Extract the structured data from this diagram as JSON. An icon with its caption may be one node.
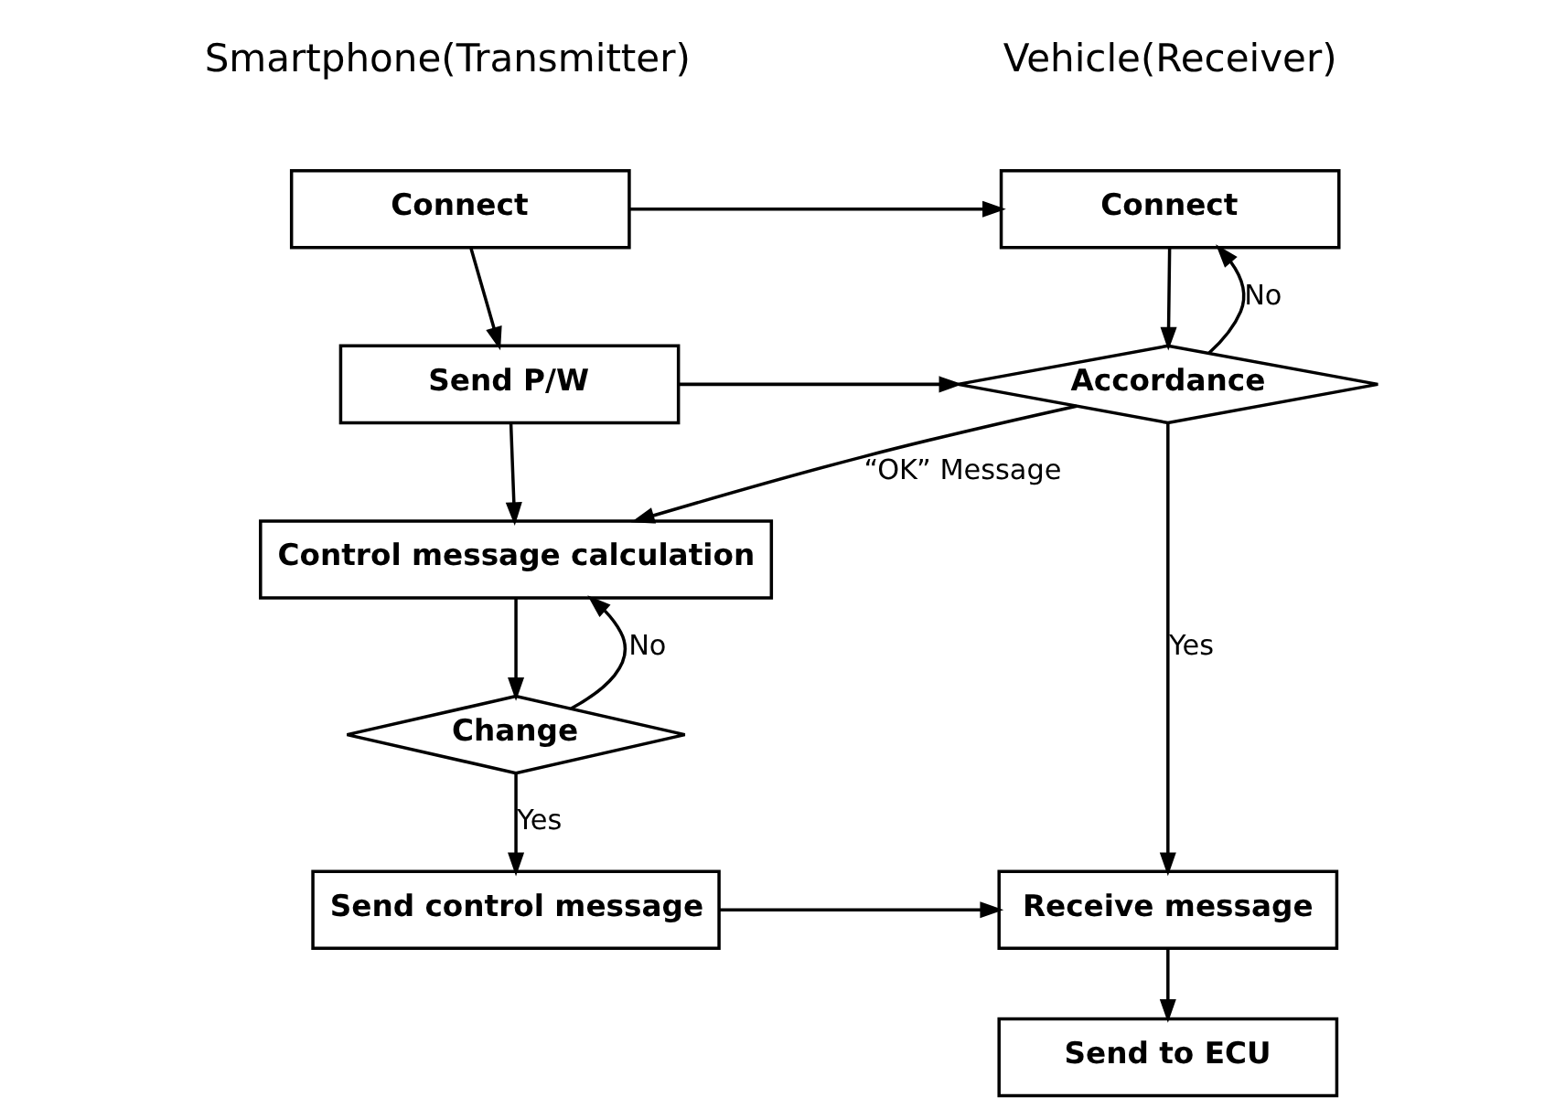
{
  "diagram": {
    "nodes": [
      {
        "text": [
          "Connect"
        ]
      },
      {
        "text": [
          "Connect"
        ]
      },
      {
        "text": [
          "Send P/W"
        ]
      },
      {
        "text": [
          "Accordance"
        ]
      },
      {
        "text": [
          "Control message calculation"
        ]
      },
      {
        "text": [
          "Change"
        ]
      },
      {
        "text": [
          "Send control message"
        ]
      },
      {
        "text": [
          "Receive message"
        ]
      },
      {
        "text": [
          "Send to ECU"
        ]
      }
    ],
    "edges": [
      {
        "from": 0,
        "to": 1,
        "arrow": "to"
      },
      {
        "from": 0,
        "to": 2,
        "arrow": "to"
      },
      {
        "from": 1,
        "to": 3,
        "arrow": "to"
      },
      {
        "from": 2,
        "to": 3,
        "arrow": "to"
      },
      {
        "from": 3,
        "to": 1,
        "arrow": "to",
        "label": "No"
      },
      {
        "from": 2,
        "to": 4,
        "arrow": "to"
      },
      {
        "from": 3,
        "to": 4,
        "arrow": "to",
        "label": "“OK” Message"
      },
      {
        "from": 3,
        "to": 7,
        "arrow": "to",
        "label": "Yes"
      },
      {
        "from": 4,
        "to": 5,
        "arrow": "to"
      },
      {
        "from": 5,
        "to": 4,
        "arrow": "to",
        "label": "No"
      },
      {
        "from": 5,
        "to": 6,
        "arrow": "to",
        "label": "Yes"
      },
      {
        "from": 6,
        "to": 7,
        "arrow": "to"
      },
      {
        "from": 7,
        "to": 8,
        "arrow": "to"
      }
    ],
    "labels": [
      "Smartphone(Transmitter)",
      "Vehicle(Receiver)"
    ]
  }
}
